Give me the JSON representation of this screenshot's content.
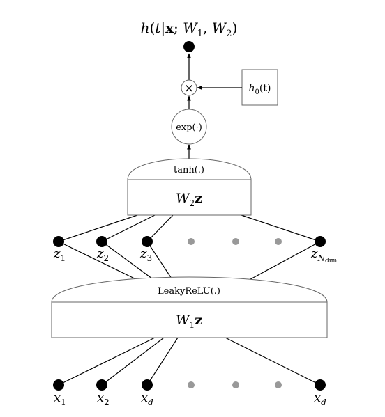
{
  "output": {
    "formula": {
      "h": "h",
      "open": "(",
      "t": "t",
      "bar": "|",
      "x": "x",
      "semi": "; ",
      "w1": "W",
      "w1sub": "1",
      "comma": ", ",
      "w2": "W",
      "w2sub": "2",
      "close": ")"
    }
  },
  "ops": {
    "multiply_symbol": "×",
    "exp_label": "exp(·)",
    "baseline": {
      "h": "h",
      "sub": "0",
      "rest": "(t)"
    }
  },
  "layer2": {
    "activation": "tanh(.)",
    "weight": {
      "w": "W",
      "sub": "2",
      "z": "z"
    }
  },
  "layer1": {
    "activation": "LeakyReLU(.)",
    "weight": {
      "w": "W",
      "sub": "1",
      "z": "z"
    }
  },
  "latent_nodes": [
    {
      "var": "z",
      "sub": "1"
    },
    {
      "var": "z",
      "sub": "2"
    },
    {
      "var": "z",
      "sub": "3"
    },
    {
      "var": "z",
      "sub": "N",
      "subsub": "dim"
    }
  ],
  "input_nodes": [
    {
      "var": "x",
      "sub": "1"
    },
    {
      "var": "x",
      "sub": "2"
    },
    {
      "var": "x",
      "sub": "d"
    },
    {
      "var": "x",
      "sub": "d"
    }
  ],
  "colors": {
    "node": "#000000",
    "ellipsis_node": "#999999",
    "box_stroke": "#666666",
    "line": "#000000"
  }
}
